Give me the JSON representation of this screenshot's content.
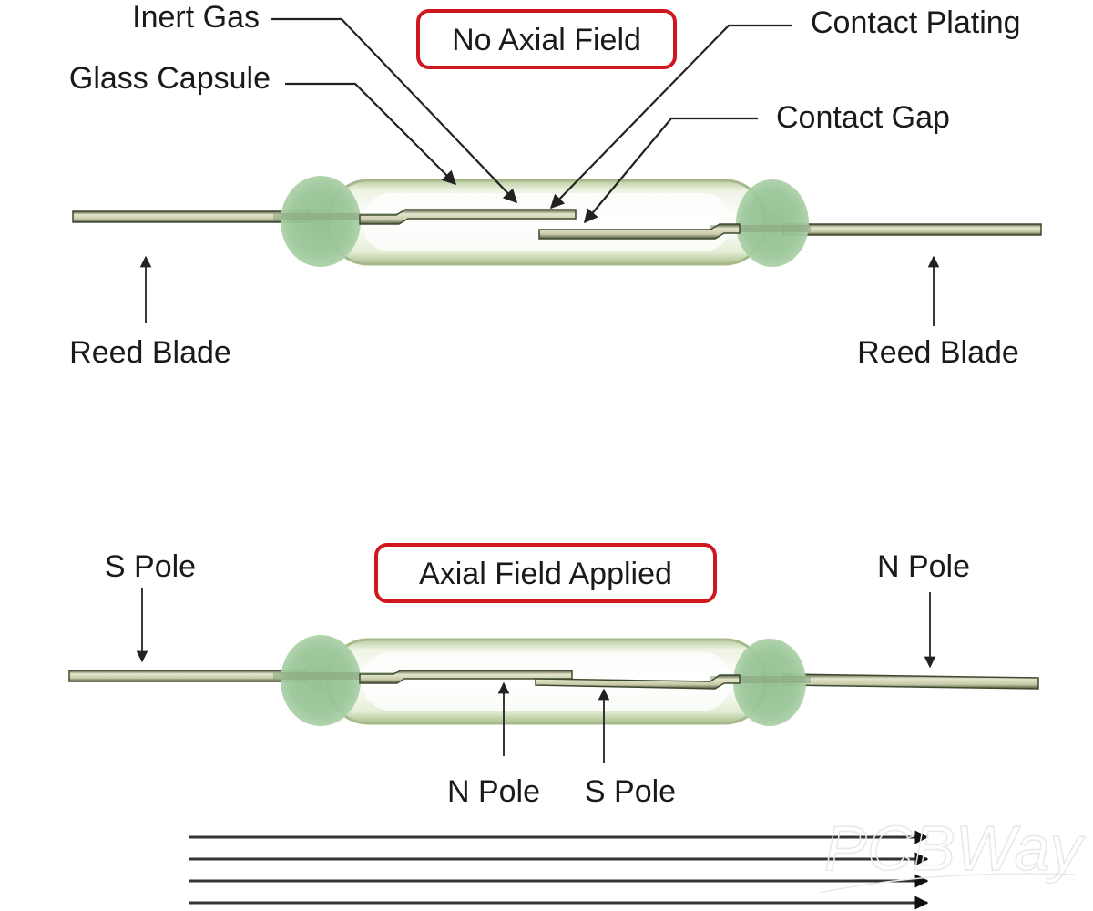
{
  "top_diagram": {
    "state_label": "No Axial Field",
    "labels": {
      "inert_gas": "Inert Gas",
      "glass_capsule": "Glass Capsule",
      "contact_plating": "Contact Plating",
      "contact_gap": "Contact Gap",
      "reed_blade_left": "Reed Blade",
      "reed_blade_right": "Reed Blade"
    }
  },
  "bottom_diagram": {
    "state_label": "Axial Field Applied",
    "labels": {
      "s_pole_left": "S Pole",
      "n_pole_right": "N Pole",
      "n_pole_inner": "N Pole",
      "s_pole_inner": "S Pole"
    },
    "field_lines": 4
  },
  "colors": {
    "box_border": "#d0161e",
    "capsule_end": "#9cc79a",
    "glass_tint": "#d8e6c8",
    "blade": "#c8cba8",
    "blade_edge": "#3e4a30"
  },
  "watermark": "PCBWay"
}
